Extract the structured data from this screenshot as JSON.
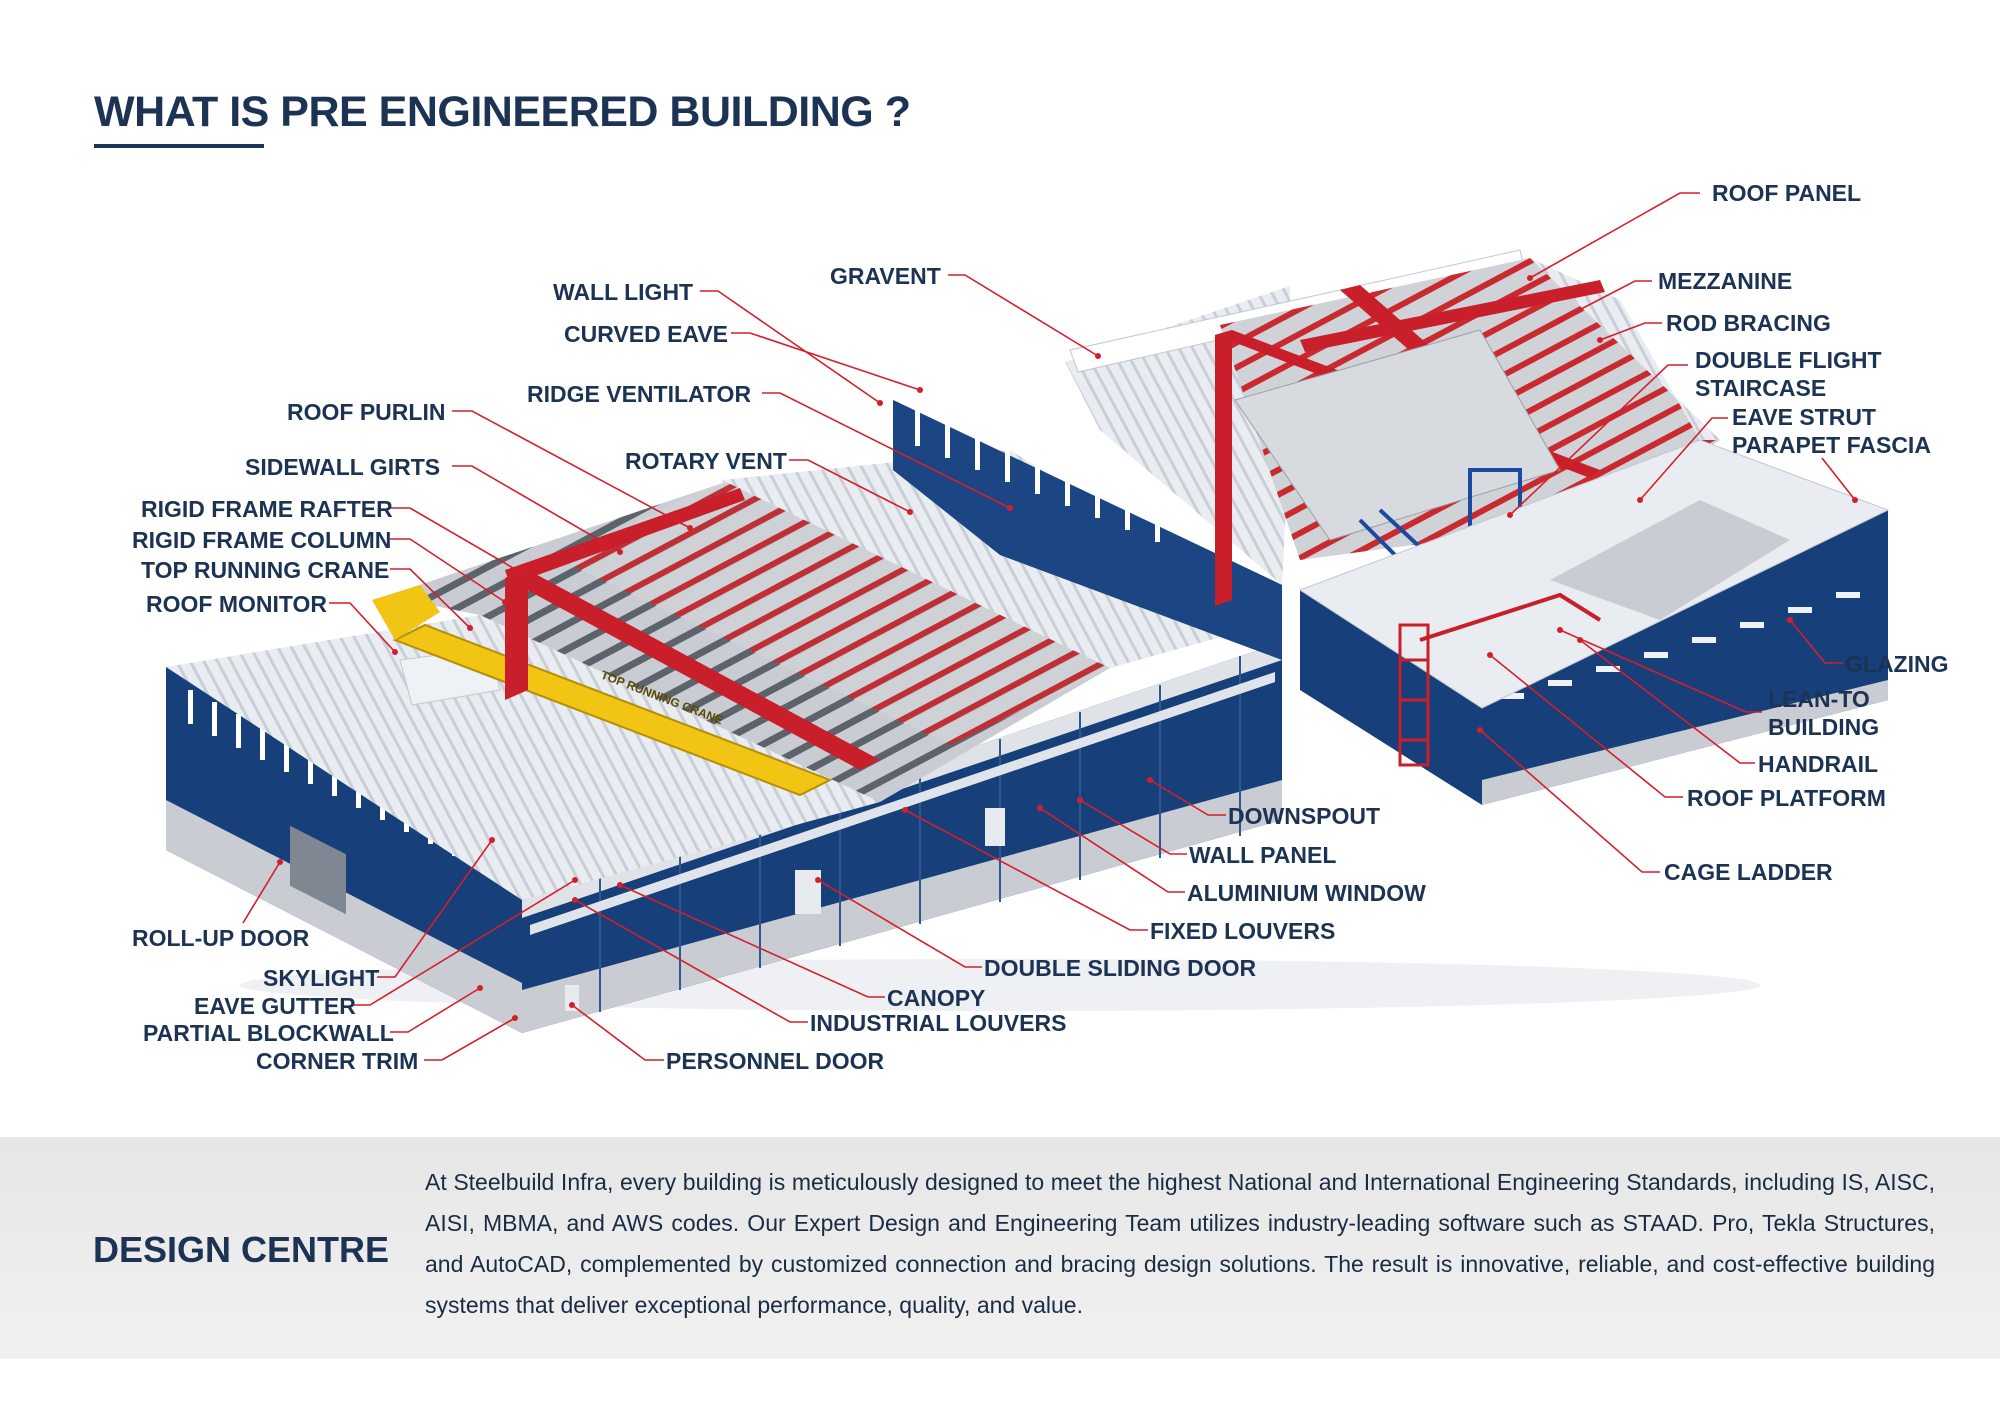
{
  "header": {
    "title": "WHAT IS PRE ENGINEERED BUILDING ?"
  },
  "colors": {
    "navy": "#1c3354",
    "leader_red": "#d41f2b",
    "wall_blue": "#173f7a",
    "frame_red": "#c91f2a",
    "crane_yellow": "#f2c413",
    "roof_white": "#e9ecf0"
  },
  "diagram": {
    "crane_text": "TOP RUNNING CRANE",
    "labels": {
      "roof_panel": "ROOF PANEL",
      "mezzanine": "MEZZANINE",
      "rod_bracing": "ROD BRACING",
      "double_flight_1": "DOUBLE FLIGHT",
      "double_flight_2": "STAIRCASE",
      "eave_strut": "EAVE STRUT",
      "parapet_fascia": "PARAPET FASCIA",
      "glazing": "GLAZING",
      "lean_to_1": "LEAN-TO",
      "lean_to_2": "BUILDING",
      "handrail": "HANDRAIL",
      "roof_platform": "ROOF PLATFORM",
      "cage_ladder": "CAGE LADDER",
      "gravent": "GRAVENT",
      "wall_light": "WALL LIGHT",
      "curved_eave": "CURVED EAVE",
      "ridge_ventilator": "RIDGE VENTILATOR",
      "roof_purlin": "ROOF PURLIN",
      "sidewall_girts": "SIDEWALL GIRTS",
      "rotary_vent": "ROTARY VENT",
      "rigid_frame_rafter": "RIGID FRAME RAFTER",
      "rigid_frame_column": "RIGID FRAME COLUMN",
      "top_running_crane": "TOP RUNNING CRANE",
      "roof_monitor": "ROOF MONITOR",
      "downspout": "DOWNSPOUT",
      "wall_panel": "WALL PANEL",
      "aluminium_window": "ALUMINIUM WINDOW",
      "fixed_louvers": "FIXED LOUVERS",
      "double_sliding_door": "DOUBLE SLIDING DOOR",
      "canopy": "CANOPY",
      "industrial_louvers": "INDUSTRIAL LOUVERS",
      "personnel_door": "PERSONNEL DOOR",
      "roll_up_door": "ROLL-UP DOOR",
      "skylight": "SKYLIGHT",
      "eave_gutter": "EAVE GUTTER",
      "partial_blockwall": "PARTIAL BLOCKWALL",
      "corner_trim": "CORNER TRIM"
    }
  },
  "design_centre": {
    "title": "DESIGN CENTRE",
    "body": "At Steelbuild Infra, every building is meticulously designed to meet the highest National and International Engineering Standards, including IS, AISC, AISI, MBMA, and AWS codes. Our Expert Design and Engineering Team utilizes industry-leading software such as STAAD. Pro, Tekla Structures, and AutoCAD, complemented by customized connection and bracing design solutions. The result is innovative, reliable, and cost-effective building systems that deliver exceptional performance, quality, and value."
  }
}
